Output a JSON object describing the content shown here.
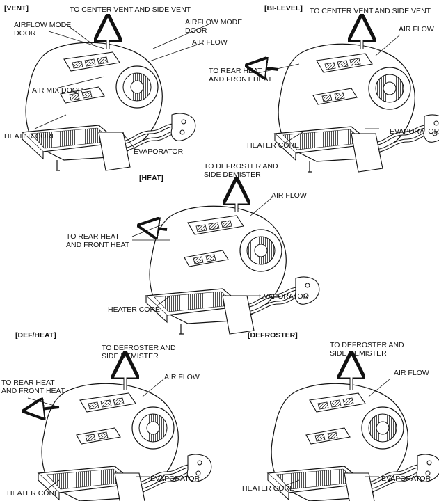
{
  "panels": {
    "vent": {
      "title": "[VENT]",
      "labels": {
        "top_outlet": "TO CENTER VENT AND SIDE VENT",
        "airflow_mode_door_left": "AIRFLOW MODE\nDOOR",
        "airflow_mode_door_right": "AIRFLOW MODE\nDOOR",
        "air_flow": "AIR FLOW",
        "air_mix_door": "AIR MIX DOOR",
        "heater_core": "HEATER CORE",
        "evaporator": "EVAPORATOR"
      }
    },
    "bilevel": {
      "title": "[BI-LEVEL]",
      "labels": {
        "top_outlet": "TO CENTER VENT AND SIDE VENT",
        "air_flow": "AIR FLOW",
        "rear_front": "TO REAR HEAT\nAND FRONT HEAT",
        "evaporator": "EVAPORATOR",
        "heater_core": "HEATER CORE"
      }
    },
    "heat": {
      "title": "[HEAT]",
      "labels": {
        "top_outlet": "TO DEFROSTER AND\nSIDE DEMISTER",
        "air_flow": "AIR FLOW",
        "rear_front": "TO REAR HEAT\nAND FRONT HEAT",
        "evaporator": "EVAPORATOR",
        "heater_core": "HEATER CORE"
      }
    },
    "defheat": {
      "title": "[DEF/HEAT]",
      "labels": {
        "top_outlet": "TO DEFROSTER AND\nSIDE DEMISTER",
        "air_flow": "AIR FLOW",
        "rear_front": "TO REAR HEAT\nAND FRONT HEAT",
        "evaporator": "EVAPORATOR",
        "heater_core": "HEATER CORE"
      }
    },
    "defroster": {
      "title": "[DEFROSTER]",
      "labels": {
        "top_outlet": "TO DEFROSTER AND\nSIDE DEMISTER",
        "air_flow": "AIR FLOW",
        "evaporator": "EVAPORATOR",
        "heater_core": "HEATER CORE"
      }
    }
  }
}
